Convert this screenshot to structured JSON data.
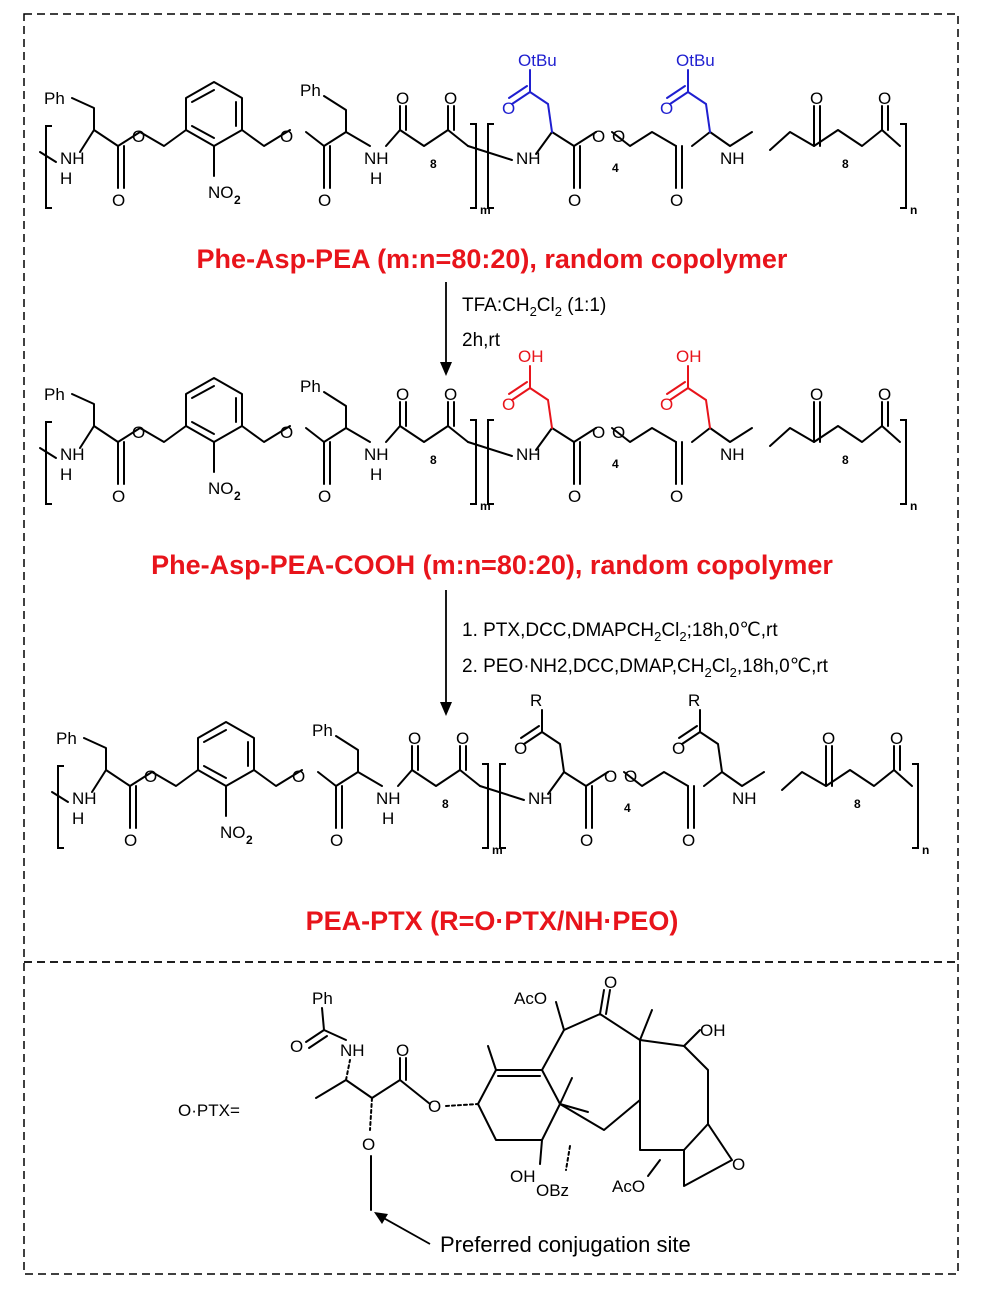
{
  "titles": {
    "polymer1": "Phe-Asp-PEA (m:n=80:20), random copolymer",
    "polymer2": "Phe-Asp-PEA-COOH (m:n=80:20), random copolymer",
    "polymer3": "PEA-PTX (R=O·PTX/NH·PEO)"
  },
  "conditions": {
    "step1_line1_a": "TFA:CH",
    "step1_line1_sub1": "2",
    "step1_line1_b": "Cl",
    "step1_line1_sub2": "2",
    "step1_line1_c": " (1:1)",
    "step1_line2": "2h,rt",
    "step2_line1_a": "1. PTX,DCC,DMAPCH",
    "step2_line1_sub1": "2",
    "step2_line1_b": "Cl",
    "step2_line1_sub2": "2",
    "step2_line1_c": ";18h,0℃,rt",
    "step2_line2_a": "2. PEO·NH2,DCC,DMAP,CH",
    "step2_line2_sub1": "2",
    "step2_line2_b": "Cl",
    "step2_line2_sub2": "2",
    "step2_line2_c": ",18h,0℃,rt"
  },
  "atoms": {
    "ph": "Ph",
    "nh": "NH",
    "h": "H",
    "o": "O",
    "no2_a": "NO",
    "no2_sub": "2",
    "sub8": "8",
    "sub4": "4",
    "subm": "m",
    "subn": "n",
    "otbu": "OtBu",
    "oh": "OH",
    "r": "R"
  },
  "ptx": {
    "label": "O·PTX=",
    "ph": "Ph",
    "nh": "NH",
    "o": "O",
    "aco": "AcO",
    "oh": "OH",
    "obz": "OBz",
    "oh_bottom": "OH",
    "aco_bottom": "AcO",
    "o_ring": "O",
    "note": "Preferred conjugation site"
  },
  "colors": {
    "title": "#e8141b",
    "acid_group": "#e8141b",
    "ester_group": "#1f1fd0",
    "ink": "#000000"
  }
}
